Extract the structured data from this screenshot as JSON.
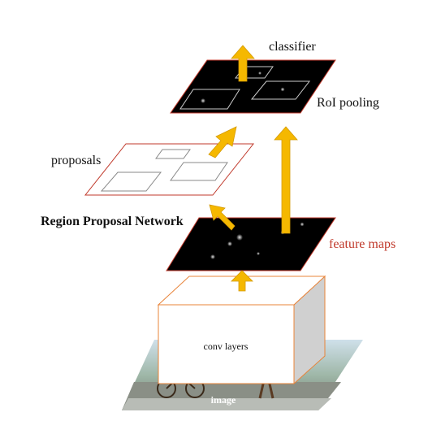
{
  "labels": {
    "classifier": "classifier",
    "roi_pooling": "RoI pooling",
    "proposals": "proposals",
    "rpn": "Region Proposal Network",
    "feature_maps": "feature maps",
    "conv_layers": "conv layers",
    "image": "image"
  },
  "colors": {
    "arrow": "#f5b800",
    "feature_map_label": "#c0392b",
    "proposal_border": "#c0392b",
    "box_outline": "#e8843a",
    "map_fill": "#000000"
  }
}
